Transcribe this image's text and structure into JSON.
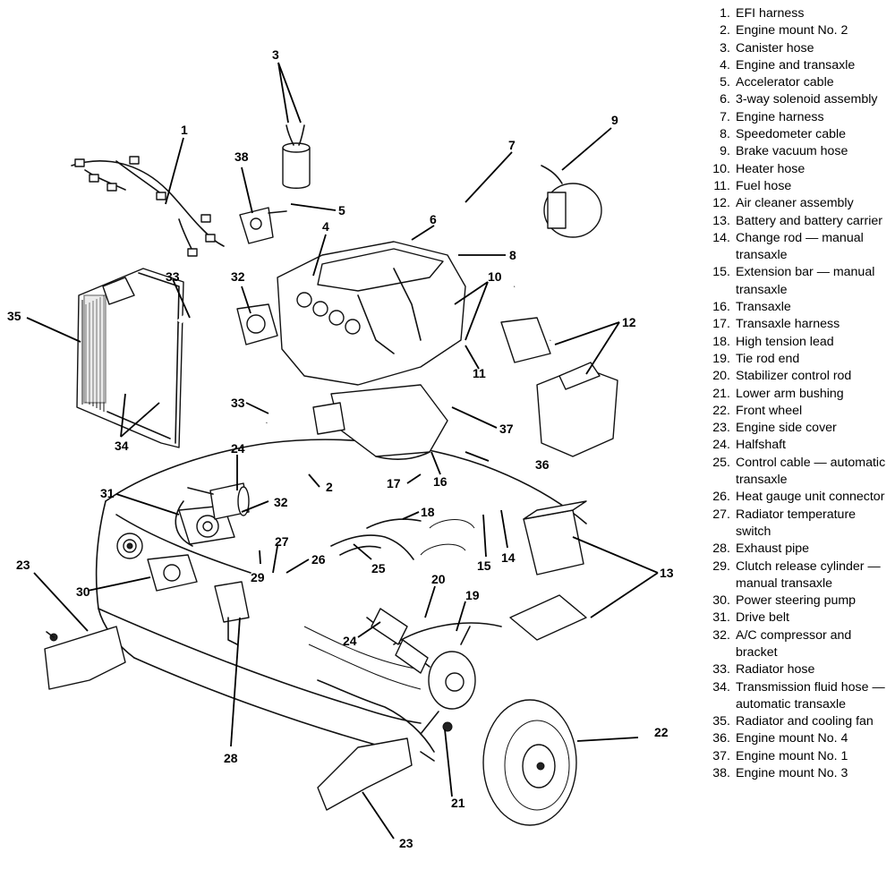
{
  "legend": [
    {
      "number": "1.",
      "label": "EFI harness"
    },
    {
      "number": "2.",
      "label": "Engine mount No. 2"
    },
    {
      "number": "3.",
      "label": "Canister hose"
    },
    {
      "number": "4.",
      "label": "Engine and transaxle"
    },
    {
      "number": "5.",
      "label": "Accelerator cable"
    },
    {
      "number": "6.",
      "label": "3-way solenoid assembly"
    },
    {
      "number": "7.",
      "label": "Engine harness"
    },
    {
      "number": "8.",
      "label": "Speedometer cable"
    },
    {
      "number": "9.",
      "label": "Brake vacuum hose"
    },
    {
      "number": "10.",
      "label": "Heater hose"
    },
    {
      "number": "11.",
      "label": "Fuel hose"
    },
    {
      "number": "12.",
      "label": "Air cleaner assembly"
    },
    {
      "number": "13.",
      "label": "Battery and battery carrier"
    },
    {
      "number": "14.",
      "label": "Change rod — manual transaxle"
    },
    {
      "number": "15.",
      "label": "Extension bar — manual transaxle"
    },
    {
      "number": "16.",
      "label": "Transaxle"
    },
    {
      "number": "17.",
      "label": "Transaxle harness"
    },
    {
      "number": "18.",
      "label": "High tension lead"
    },
    {
      "number": "19.",
      "label": "Tie rod end"
    },
    {
      "number": "20.",
      "label": "Stabilizer control rod"
    },
    {
      "number": "21.",
      "label": "Lower arm bushing"
    },
    {
      "number": "22.",
      "label": "Front wheel"
    },
    {
      "number": "23.",
      "label": "Engine side cover"
    },
    {
      "number": "24.",
      "label": "Halfshaft"
    },
    {
      "number": "25.",
      "label": "Control cable — automatic transaxle"
    },
    {
      "number": "26.",
      "label": "Heat gauge unit connector"
    },
    {
      "number": "27.",
      "label": "Radiator temperature switch"
    },
    {
      "number": "28.",
      "label": "Exhaust pipe"
    },
    {
      "number": "29.",
      "label": "Clutch release cylinder — manual transaxle"
    },
    {
      "number": "30.",
      "label": "Power steering pump"
    },
    {
      "number": "31.",
      "label": "Drive belt"
    },
    {
      "number": "32.",
      "label": "A/C compressor and bracket"
    },
    {
      "number": "33.",
      "label": "Radiator hose"
    },
    {
      "number": "34.",
      "label": "Transmission fluid hose — automatic transaxle"
    },
    {
      "number": "35.",
      "label": "Radiator and cooling fan"
    },
    {
      "number": "36.",
      "label": "Engine mount No. 4"
    },
    {
      "number": "37.",
      "label": "Engine mount No. 1"
    },
    {
      "number": "38.",
      "label": "Engine mount No. 3"
    }
  ],
  "callouts": {
    "c1": "1",
    "c2": "2",
    "c3": "3",
    "c4": "4",
    "c5": "5",
    "c6": "6",
    "c7": "7",
    "c8": "8",
    "c9": "9",
    "c10": "10",
    "c11": "11",
    "c12": "12",
    "c13": "13",
    "c14": "14",
    "c15": "15",
    "c16": "16",
    "c17": "17",
    "c18": "18",
    "c19": "19",
    "c20": "20",
    "c21": "21",
    "c22": "22",
    "c23a": "23",
    "c23b": "23",
    "c24a": "24",
    "c24b": "24",
    "c25": "25",
    "c26": "26",
    "c27": "27",
    "c28": "28",
    "c29": "29",
    "c30": "30",
    "c31": "31",
    "c32a": "32",
    "c32b": "32",
    "c33a": "33",
    "c33b": "33",
    "c34": "34",
    "c35": "35",
    "c36": "36",
    "c37": "37",
    "c38": "38"
  }
}
